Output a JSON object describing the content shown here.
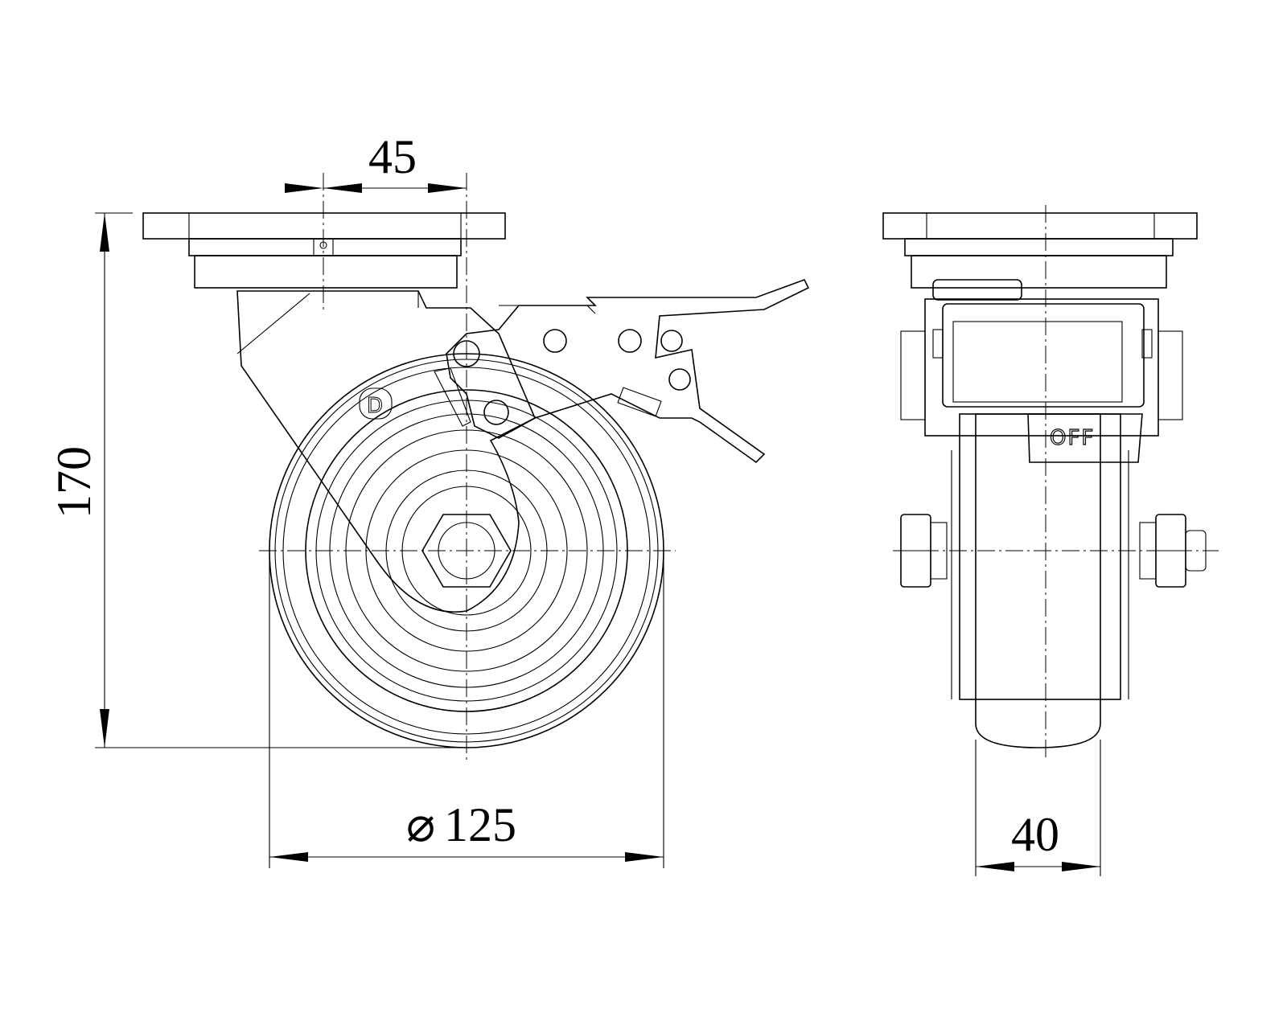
{
  "title": "Swivel caster with total-lock brake, technical drawing",
  "dimensions": {
    "offset": "45",
    "height": "170",
    "diameter_symbol": "⌀",
    "wheel_diameter": "125",
    "wheel_width": "40"
  },
  "labels": {
    "brake_state": "OFF",
    "logo": "D"
  }
}
